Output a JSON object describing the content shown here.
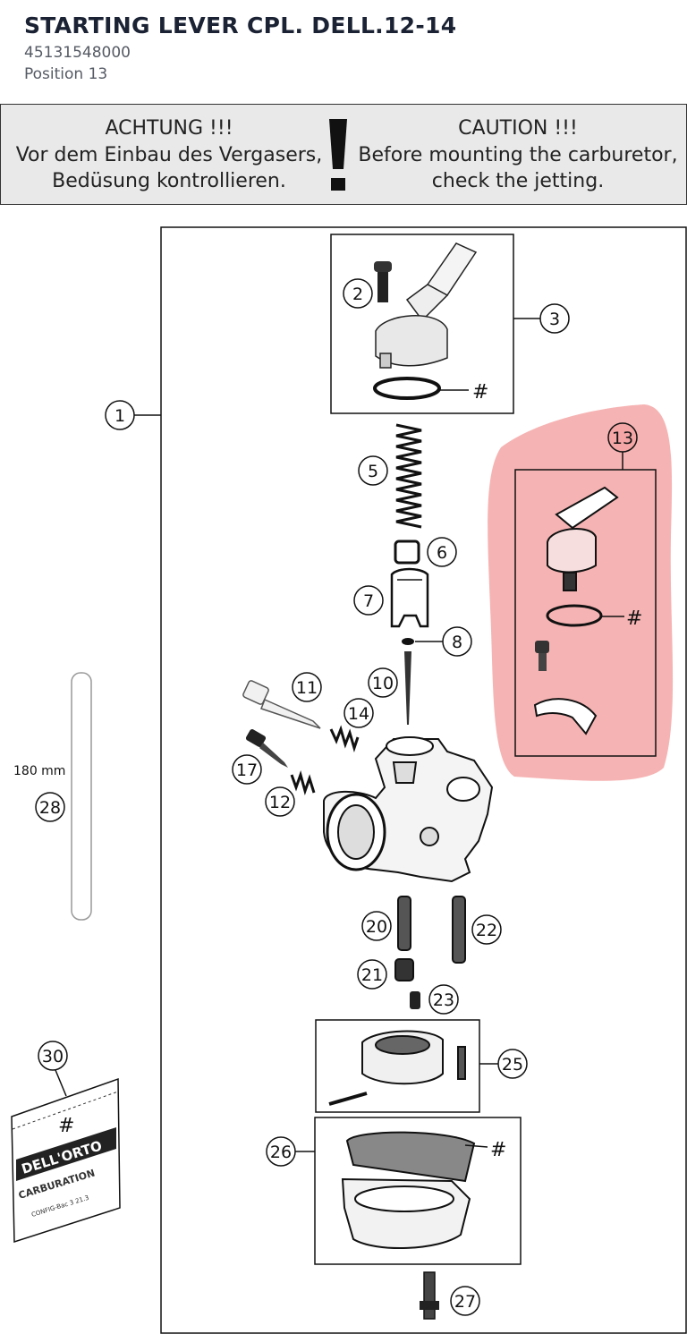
{
  "header": {
    "title": "STARTING LEVER CPL. DELL.12-14",
    "part_number": "45131548000",
    "position": "Position 13"
  },
  "caution_box": {
    "de_line1": "ACHTUNG !!!",
    "de_line2": "Vor dem Einbau des Vergasers,",
    "de_line3": "Bedüsung kontrollieren.",
    "en_line1": "CAUTION !!!",
    "en_line2": "Before mounting the carburetor,",
    "en_line3": "check the jetting."
  },
  "diagram": {
    "callouts": [
      "1",
      "2",
      "3",
      "5",
      "6",
      "7",
      "8",
      "10",
      "11",
      "12",
      "13",
      "14",
      "17",
      "20",
      "21",
      "22",
      "23",
      "25",
      "26",
      "27",
      "28",
      "30"
    ],
    "hash_mark": "#",
    "tube_length": "180 mm",
    "bag_brand": "DELL'ORTO",
    "bag_text": "CARBURATION",
    "bag_small": "CONFIG-Bac   3 21.3",
    "highlight_color": "#f4a6a6",
    "highlighted_position": "13"
  }
}
